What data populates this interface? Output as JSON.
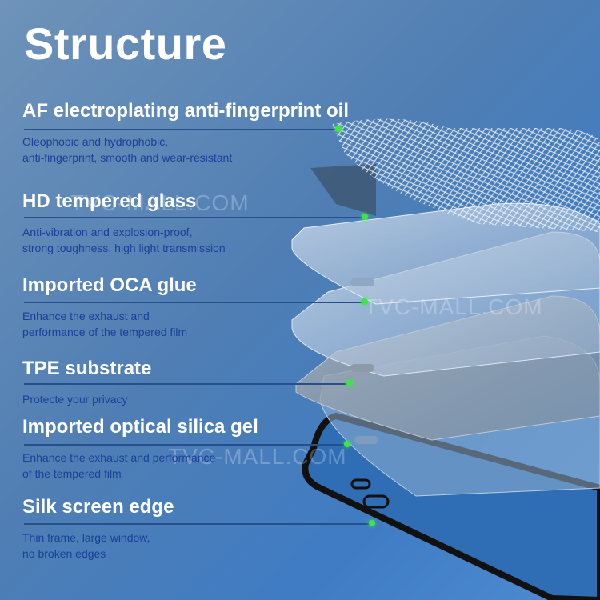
{
  "title": "Structure",
  "watermark": "TVC-MALL.COM",
  "layers": [
    {
      "title": "AF electroplating anti-fingerprint oil",
      "desc": "Oleophobic and hydrophobic,\nanti-fingerprint, smooth and wear-resistant"
    },
    {
      "title": "HD tempered glass",
      "desc": "Anti-vibration and explosion-proof,\nstrong toughness, high light transmission"
    },
    {
      "title": "Imported OCA glue",
      "desc": "Enhance the exhaust and\nperformance of the tempered film"
    },
    {
      "title": "TPE substrate",
      "desc": "Protecte your privacy"
    },
    {
      "title": "Imported optical silica gel",
      "desc": "Enhance the exhaust and performance\nof the tempered film"
    },
    {
      "title": "Silk screen edge",
      "desc": "Thin frame, large window,\nno broken edges"
    }
  ],
  "colors": {
    "indicator": "#3fe34b",
    "line": "#274f8c",
    "text": "#1c3f99"
  }
}
